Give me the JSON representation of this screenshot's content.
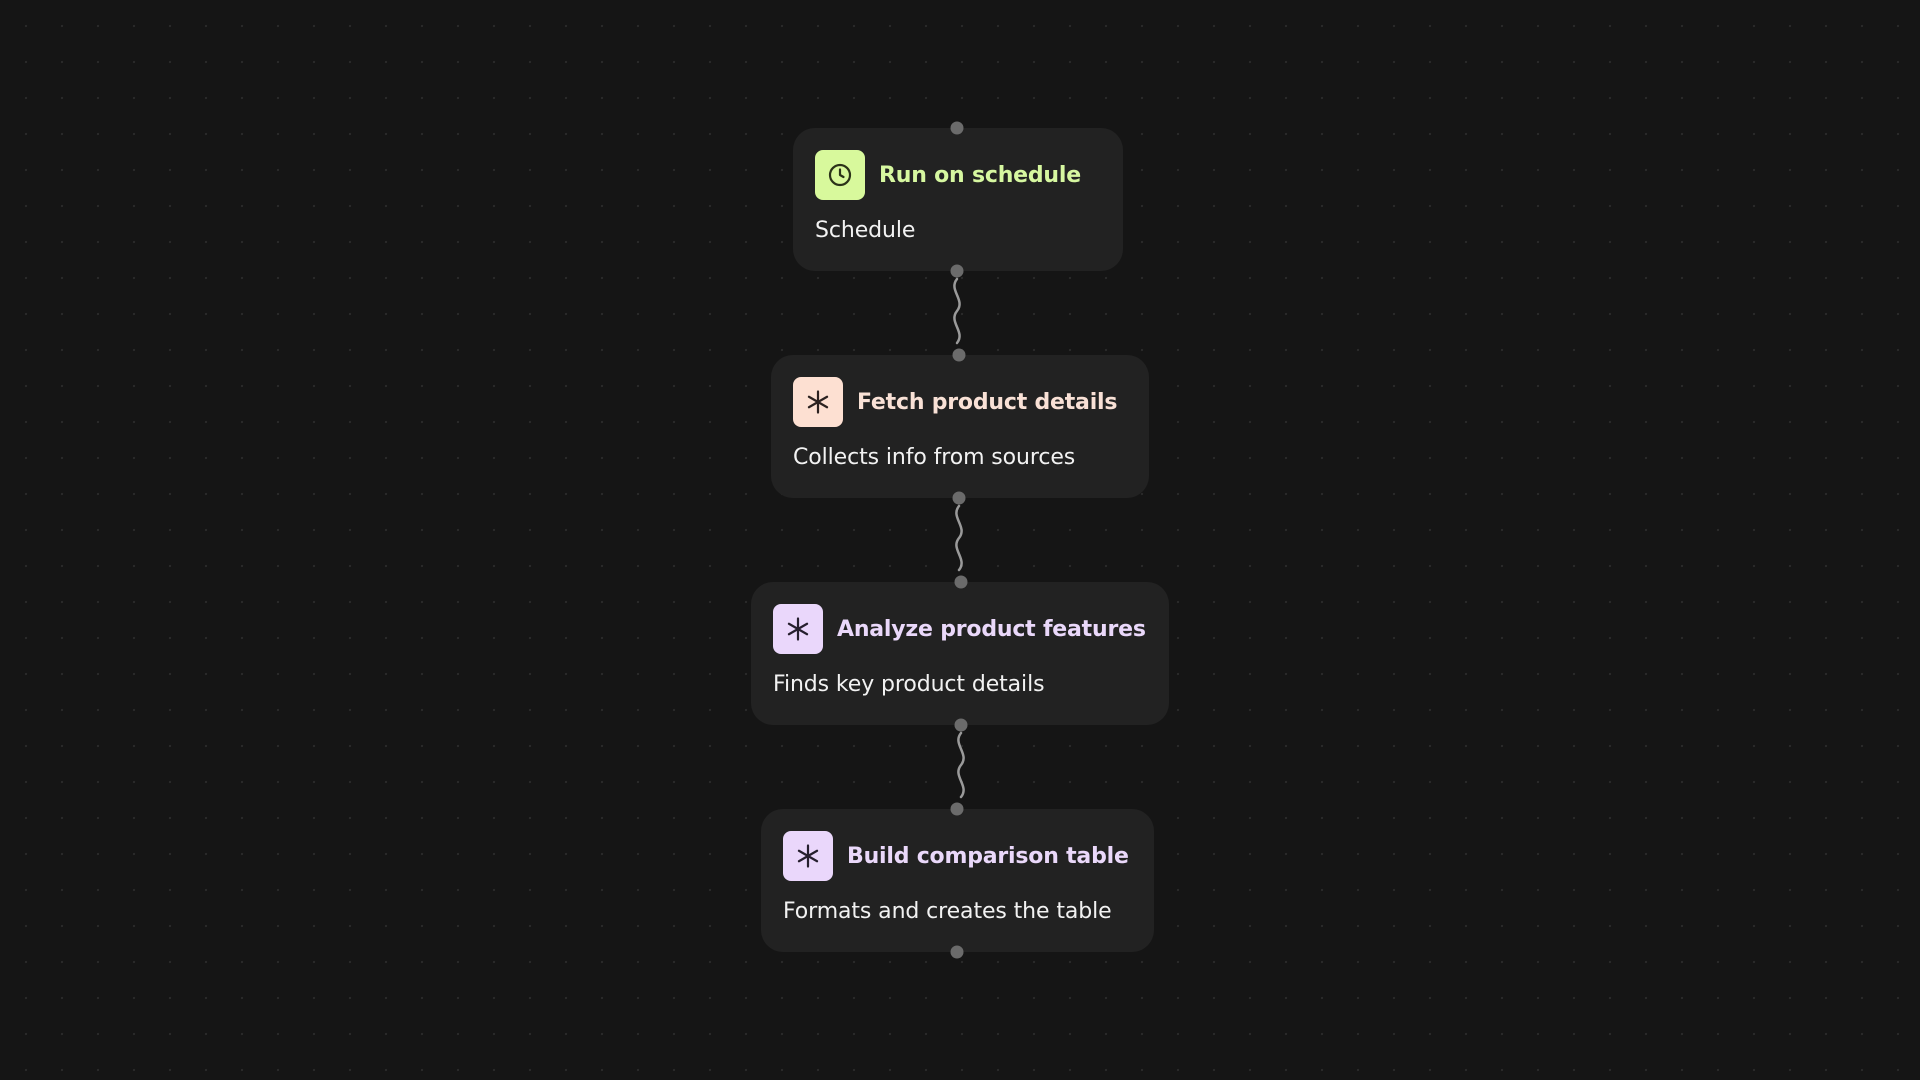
{
  "colors": {
    "background": "#151515",
    "node_background": "#222222",
    "port": "#6b6b6b",
    "wire": "#9a9a9a"
  },
  "workflow": {
    "nodes": [
      {
        "title": "Run on schedule",
        "subtitle": "Schedule",
        "icon": "clock-icon",
        "icon_bg": "#d8f99c",
        "title_color": "#d6f7a0"
      },
      {
        "title": "Fetch product details",
        "subtitle": "Collects info from sources",
        "icon": "asterisk-icon",
        "icon_bg": "#fde0d2",
        "title_color": "#f9e1d6"
      },
      {
        "title": "Analyze product features",
        "subtitle": "Finds key product details",
        "icon": "asterisk-icon",
        "icon_bg": "#ead7fb",
        "title_color": "#ead8fa"
      },
      {
        "title": "Build comparison table",
        "subtitle": "Formats and creates the table",
        "icon": "asterisk-icon",
        "icon_bg": "#ead7fb",
        "title_color": "#ead8fa"
      }
    ]
  }
}
